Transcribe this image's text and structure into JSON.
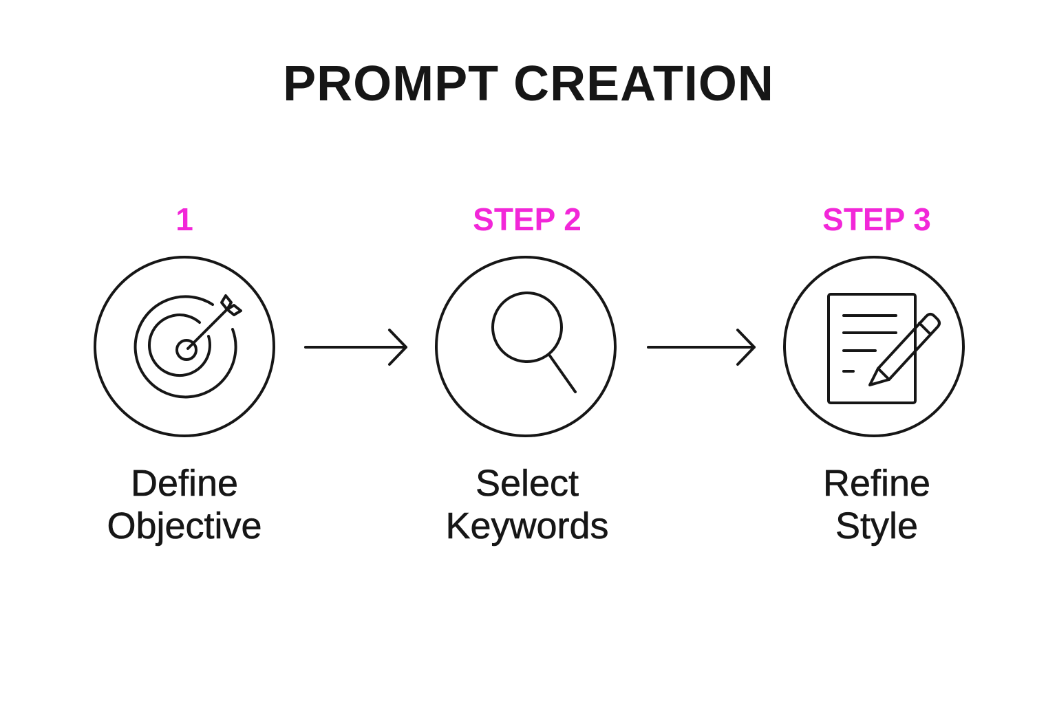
{
  "title": "PROMPT CREATION",
  "accent_color": "#f227d8",
  "ink_color": "#161616",
  "steps": [
    {
      "label": "1",
      "icon": "target-arrow-icon",
      "lines": [
        "Define",
        "Objective"
      ]
    },
    {
      "label": "STEP 2",
      "icon": "magnifier-icon",
      "lines": [
        "Select",
        "Keywords"
      ]
    },
    {
      "label": "STEP 3",
      "icon": "document-pencil-icon",
      "lines": [
        "Refine",
        "Style"
      ]
    }
  ]
}
